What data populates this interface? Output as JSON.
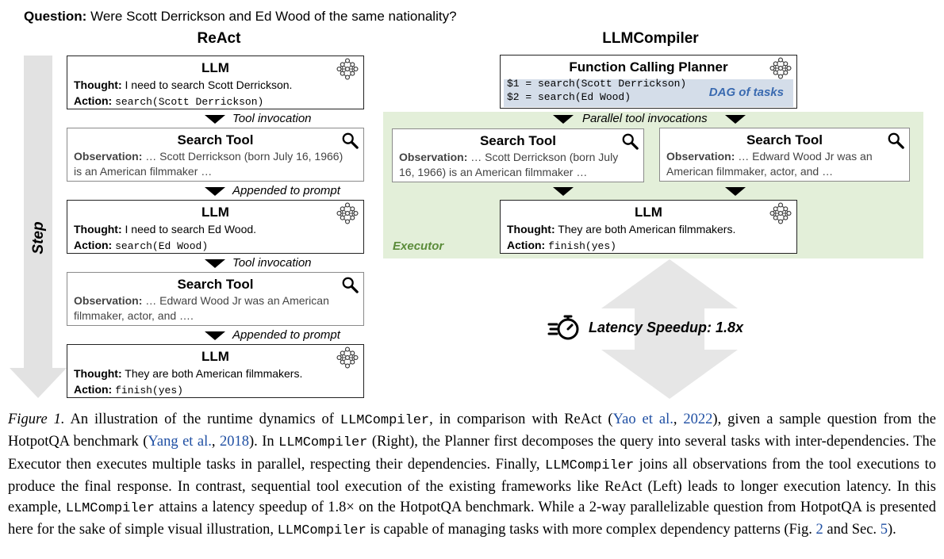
{
  "question": {
    "label": "Question:",
    "text": "Were Scott Derrickson and Ed Wood of the same nationality?"
  },
  "react": {
    "title": "ReAct",
    "step_label": "Step",
    "blocks": [
      {
        "title": "LLM",
        "thought_label": "Thought:",
        "thought": "I need to search Scott Derrickson.",
        "action_label": "Action:",
        "action": "search(Scott Derrickson)"
      },
      {
        "title": "Search Tool",
        "obs_label": "Observation:",
        "obs_line1": "… Scott Derrickson (born July 16, 1966)",
        "obs_line2": "is an American filmmaker …"
      },
      {
        "title": "LLM",
        "thought_label": "Thought:",
        "thought": "I need to search Ed Wood.",
        "action_label": "Action:",
        "action": "search(Ed Wood)"
      },
      {
        "title": "Search Tool",
        "obs_label": "Observation:",
        "obs_line1": "… Edward Wood Jr was an American",
        "obs_line2": "filmmaker, actor, and …."
      },
      {
        "title": "LLM",
        "thought_label": "Thought:",
        "thought": "They are both American filmmakers.",
        "action_label": "Action:",
        "action": "finish(yes)"
      }
    ],
    "arrows": [
      "Tool invocation",
      "Appended to prompt",
      "Tool invocation",
      "Appended to prompt"
    ]
  },
  "compiler": {
    "title": "LLMCompiler",
    "planner": {
      "title": "Function Calling Planner",
      "task1": "$1 = search(Scott Derrickson)",
      "task2": "$2 = search(Ed Wood)",
      "dag_label": "DAG of tasks"
    },
    "parallel_label": "Parallel tool invocations",
    "search_left": {
      "title": "Search Tool",
      "obs_label": "Observation:",
      "obs_line1": "… Scott Derrickson (born July",
      "obs_line2": "16, 1966) is an American filmmaker …"
    },
    "search_right": {
      "title": "Search Tool",
      "obs_label": "Observation:",
      "obs_line1": "… Edward Wood Jr was an",
      "obs_line2": "American filmmaker, actor, and …"
    },
    "llm": {
      "title": "LLM",
      "thought_label": "Thought:",
      "thought": "They are both American filmmakers.",
      "action_label": "Action:",
      "action": "finish(yes)"
    },
    "executor_label": "Executor",
    "latency": "Latency Speedup: 1.8x"
  },
  "caption": {
    "fig": "Figure 1.",
    "t1": " An illustration of the runtime dynamics of ",
    "m1": "LLMCompiler",
    "t2": ", in comparison with ReAct (",
    "c1": "Yao et al.",
    "t3": ", ",
    "c2": "2022",
    "t4": "), given a sample question from the HotpotQA benchmark (",
    "c3": "Yang et al.",
    "t5": ", ",
    "c4": "2018",
    "t6": "). In ",
    "m2": "LLMCompiler",
    "t7": " (Right), the Planner first decomposes the query into several tasks with inter-dependencies. The Executor then executes multiple tasks in parallel, respecting their dependencies. Finally, ",
    "m3": "LLMCompiler",
    "t8": " joins all observations from the tool executions to produce the final response. In contrast, sequential tool execution of the existing frameworks like ReAct (Left) leads to longer execution latency. In this example, ",
    "m4": "LLMCompiler",
    "t9": " attains a latency speedup of 1.8× on the HotpotQA benchmark. While a 2-way parallelizable question from HotpotQA is presented here for the sake of simple visual illustration, ",
    "m5": "LLMCompiler",
    "t10": " is capable of managing tasks with more complex dependency patterns (Fig. ",
    "c5": "2",
    "t11": " and Sec. ",
    "c6": "5",
    "t12": ")."
  },
  "colors": {
    "executor_bg": "#e3efd9",
    "executor_text": "#5b8c3a",
    "dag_bg": "#d4dde9",
    "dag_text": "#3a6ab0",
    "link": "#1f4fa3"
  },
  "icons": [
    "network-icon",
    "search-icon",
    "stopwatch-icon",
    "step-arrow",
    "bidirectional-arrow"
  ]
}
